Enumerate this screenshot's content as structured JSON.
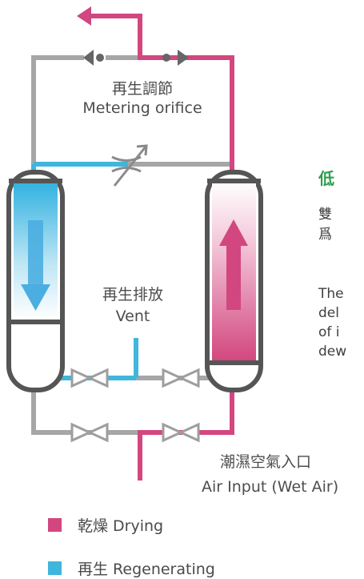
{
  "labels": {
    "metering_zh": "再生調節",
    "metering_en": "Metering orifice",
    "vent_zh": "再生排放",
    "vent_en": "Vent",
    "input_zh": "潮濕空氣入口",
    "input_en": "Air Input (Wet Air)"
  },
  "side_text": {
    "heading": "低",
    "line1": "雙",
    "line2": "爲",
    "line3": "The",
    "line4": "del",
    "line5": "of i",
    "line6": "dew"
  },
  "legend": [
    {
      "label": "乾燥 Drying",
      "color": "#d2477f"
    },
    {
      "label": "再生 Regenerating",
      "color": "#3fb6dc"
    }
  ],
  "colors": {
    "drying": "#d2477f",
    "regenerating": "#3fb6dc",
    "pipe": "#a6a6a6",
    "vessel_outline": "#555555",
    "accent_green": "#2e9e4f"
  }
}
